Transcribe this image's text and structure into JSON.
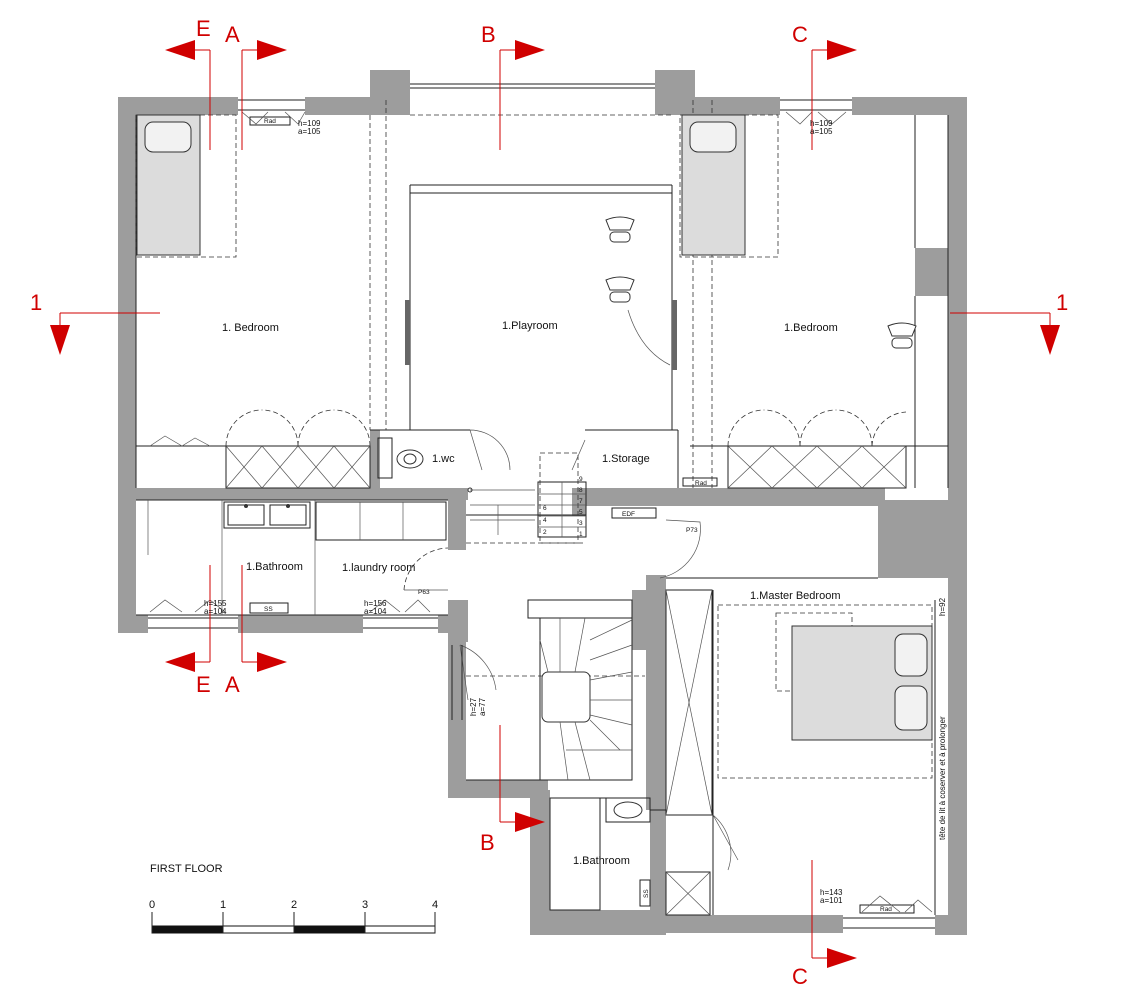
{
  "rooms": {
    "bedroom_left": "1. Bedroom",
    "playroom": "1.Playroom",
    "bedroom_right": "1.Bedroom",
    "wc": "1.wc",
    "storage": "1.Storage",
    "bathroom_left": "1.Bathroom",
    "laundry": "1.laundry room",
    "master": "1.Master Bedroom",
    "bathroom_bottom": "1.Bathroom"
  },
  "title": "FIRST FLOOR",
  "scale": [
    "0",
    "1",
    "2",
    "3",
    "4"
  ],
  "sections": {
    "e_top": "E",
    "a_top": "A",
    "b_top": "B",
    "c_top": "C",
    "one_left": "1",
    "one_right": "1",
    "e_bottom": "E",
    "a_bottom": "A",
    "b_bottom": "B",
    "c_bottom": "C"
  },
  "annotations": {
    "rad_top_left": "Rad",
    "h_top_left": "h=109",
    "a_top_left": "a=105",
    "h_top_right": "h=109",
    "a_top_right": "a=105",
    "rad_mid": "Rad",
    "edf": "EDF",
    "p73": "P73",
    "p63": "P63",
    "h_bath_left": "h=155",
    "a_bath_left": "a=104",
    "ss_left": "SS",
    "h_laundry": "h=156",
    "a_laundry": "a=104",
    "h_stair": "h=27",
    "a_stair": "a=77",
    "ss_bottom": "SS",
    "h_master": "h=143",
    "a_master": "a=101",
    "rad_master": "Rad",
    "h_bed": "h=92",
    "headboard_note": "tête de lit à coserver et à prolonger"
  },
  "stair_numbers": [
    "6",
    "7",
    "8",
    "9",
    "5",
    "4",
    "2",
    "3",
    "1"
  ],
  "colors": {
    "wall": "#9d9d9d",
    "section_red": "#d00000",
    "furniture": "#dcdcdc"
  }
}
